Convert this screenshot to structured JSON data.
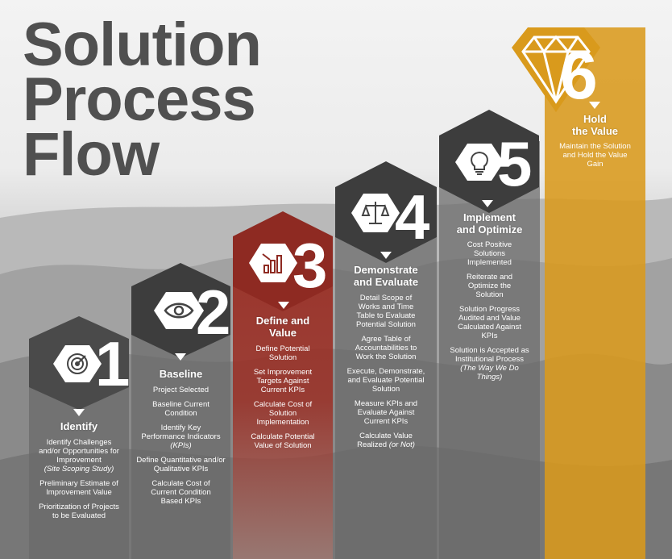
{
  "title": {
    "line1": "Solution",
    "line2": "Process",
    "line3": "Flow"
  },
  "colors": {
    "gray": "#6f6f6f",
    "red": "#9a2e24",
    "gold": "#d99a1c",
    "title": "#505050"
  },
  "steps": [
    {
      "number": "1",
      "icon": "target-icon",
      "heading_1": "Identify",
      "heading_2": "",
      "items": [
        {
          "text": "Identify Challenges and/or Opportunities for Improvement",
          "em": "(Site Scoping Study)"
        },
        {
          "text": "Preliminary Estimate of Improvement Value",
          "em": ""
        },
        {
          "text": "Prioritization of Projects to be Evaluated",
          "em": ""
        }
      ]
    },
    {
      "number": "2",
      "icon": "eye-icon",
      "heading_1": "Baseline",
      "heading_2": "",
      "items": [
        {
          "text": "Project Selected",
          "em": ""
        },
        {
          "text": "Baseline Current Condition",
          "em": ""
        },
        {
          "text": "Identify Key Performance Indicators",
          "em": "(KPIs)"
        },
        {
          "text": "Define Quantitative and/or Qualitative KPIs",
          "em": ""
        },
        {
          "text": "Calculate Cost of Current Condition Based KPIs",
          "em": ""
        }
      ]
    },
    {
      "number": "3",
      "icon": "bar-chart-icon",
      "heading_1": "Define and",
      "heading_2": "Value",
      "items": [
        {
          "text": "Define Potential Solution",
          "em": ""
        },
        {
          "text": "Set Improvement Targets Against Current KPIs",
          "em": ""
        },
        {
          "text": "Calculate Cost of Solution Implementation",
          "em": ""
        },
        {
          "text": "Calculate Potential Value of Solution",
          "em": ""
        }
      ]
    },
    {
      "number": "4",
      "icon": "scales-icon",
      "heading_1": "Demonstrate",
      "heading_2": "and Evaluate",
      "items": [
        {
          "text": "Detail Scope of Works and Time Table to Evaluate Potential Solution",
          "em": ""
        },
        {
          "text": "Agree Table of Accountabilities to Work the Solution",
          "em": ""
        },
        {
          "text": "Execute, Demonstrate, and Evaluate Potential Solution",
          "em": ""
        },
        {
          "text": "Measure KPIs and Evaluate Against Current KPIs",
          "em": ""
        },
        {
          "text": "Calculate Value Realized",
          "em": "(or Not)"
        }
      ]
    },
    {
      "number": "5",
      "icon": "lightbulb-icon",
      "heading_1": "Implement",
      "heading_2": "and Optimize",
      "items": [
        {
          "text": "Cost Positive Solutions Implemented",
          "em": ""
        },
        {
          "text": "Reiterate and Optimize the Solution",
          "em": ""
        },
        {
          "text": "Solution Progress Audited and Value Calculated Against KPIs",
          "em": ""
        },
        {
          "text": "Solution is Accepted as Institutional Process",
          "em": "(The Way We Do Things)"
        }
      ]
    },
    {
      "number": "6",
      "icon": "diamond-icon",
      "heading_1": "Hold",
      "heading_2": "the Value",
      "items": [
        {
          "text": "Maintain the Solution and Hold the Value Gain",
          "em": ""
        }
      ]
    }
  ]
}
